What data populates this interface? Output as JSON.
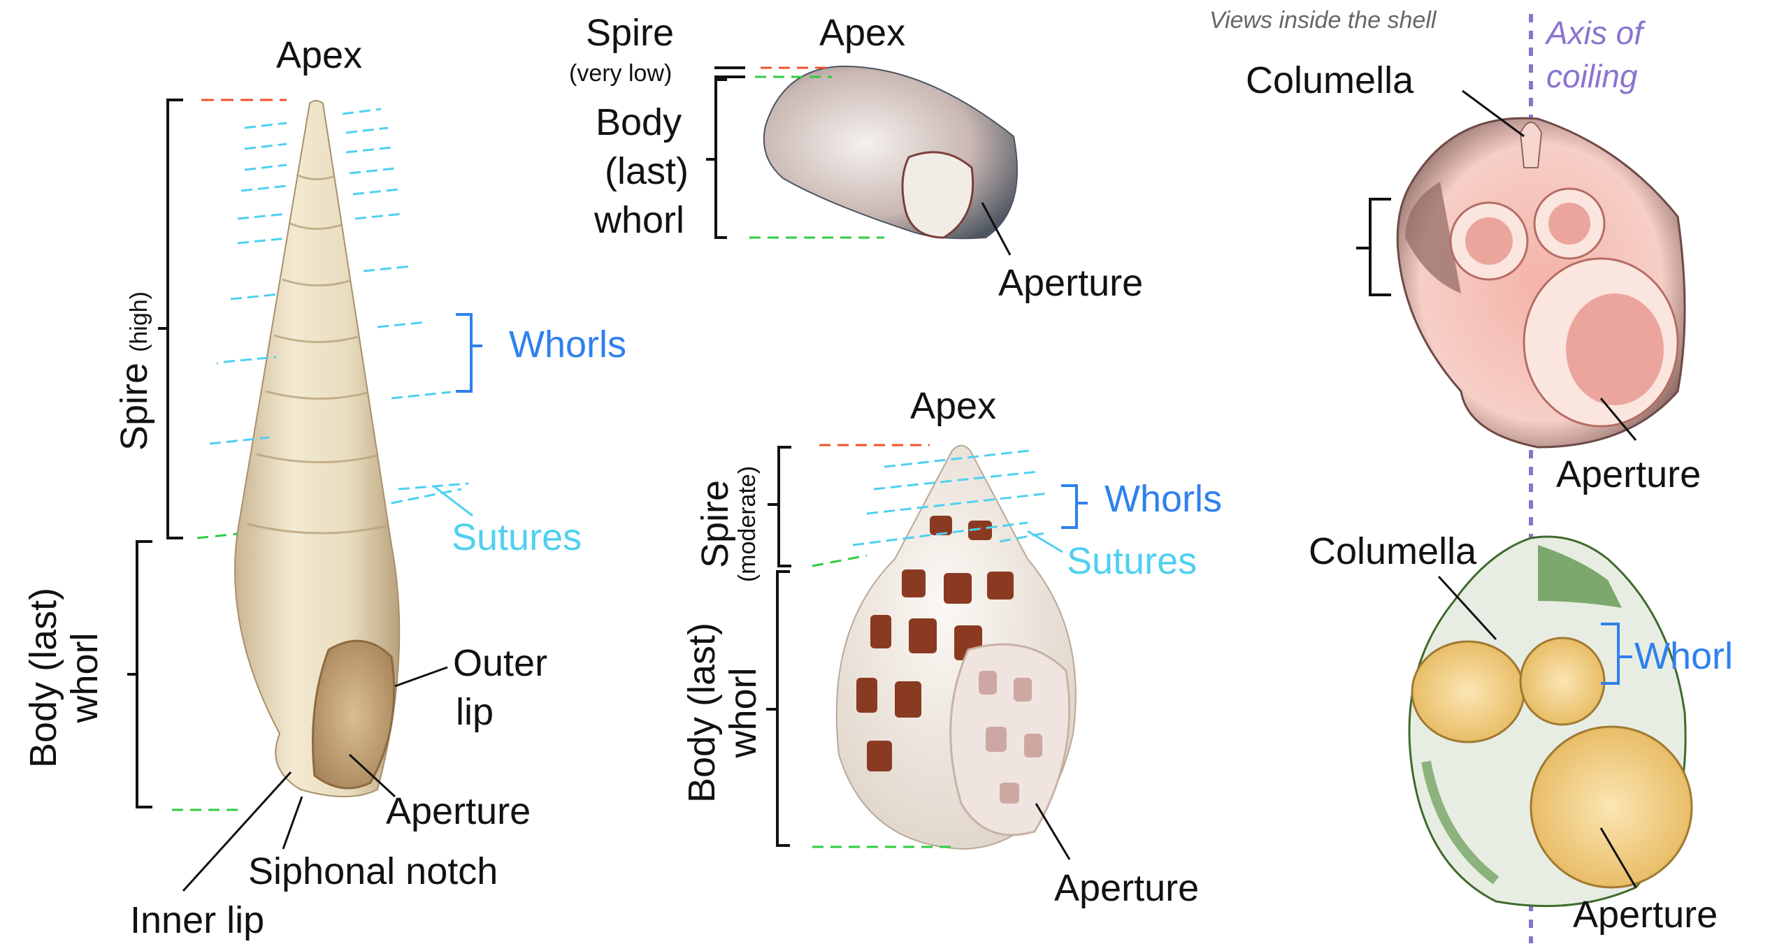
{
  "colors": {
    "apex_line": "#f0502a",
    "boundary_line": "#2ecc40",
    "suture_line": "#4fd0f0",
    "whorl_label": "#2f80ed",
    "suture_label": "#4fd0f0",
    "axis": "#8a73cf"
  },
  "shell_high_spire": {
    "apex": "Apex",
    "spire": "Spire",
    "spire_note": "(high)",
    "body_line1": "Body (last)",
    "body_line2": "whorl",
    "whorls": "Whorls",
    "sutures": "Sutures",
    "outer_lip_1": "Outer",
    "outer_lip_2": "lip",
    "aperture": "Aperture",
    "siphonal_notch": "Siphonal notch",
    "inner_lip": "Inner lip"
  },
  "shell_low_spire": {
    "spire": "Spire",
    "spire_note": "(very low)",
    "apex": "Apex",
    "body_1": "Body",
    "body_2": "(last)",
    "body_3": "whorl",
    "aperture": "Aperture"
  },
  "shell_moderate_spire": {
    "apex": "Apex",
    "spire": "Spire",
    "spire_note": "(moderate)",
    "whorls": "Whorls",
    "sutures": "Sutures",
    "body_line1": "Body (last)",
    "body_line2": "whorl",
    "aperture": "Aperture"
  },
  "inside_views": {
    "caption": "Views inside the shell",
    "axis_1": "Axis of",
    "axis_2": "coiling",
    "columella_top": "Columella",
    "aperture_top": "Aperture",
    "columella_bottom": "Columella",
    "whorl": "Whorl",
    "aperture_bottom": "Aperture"
  }
}
